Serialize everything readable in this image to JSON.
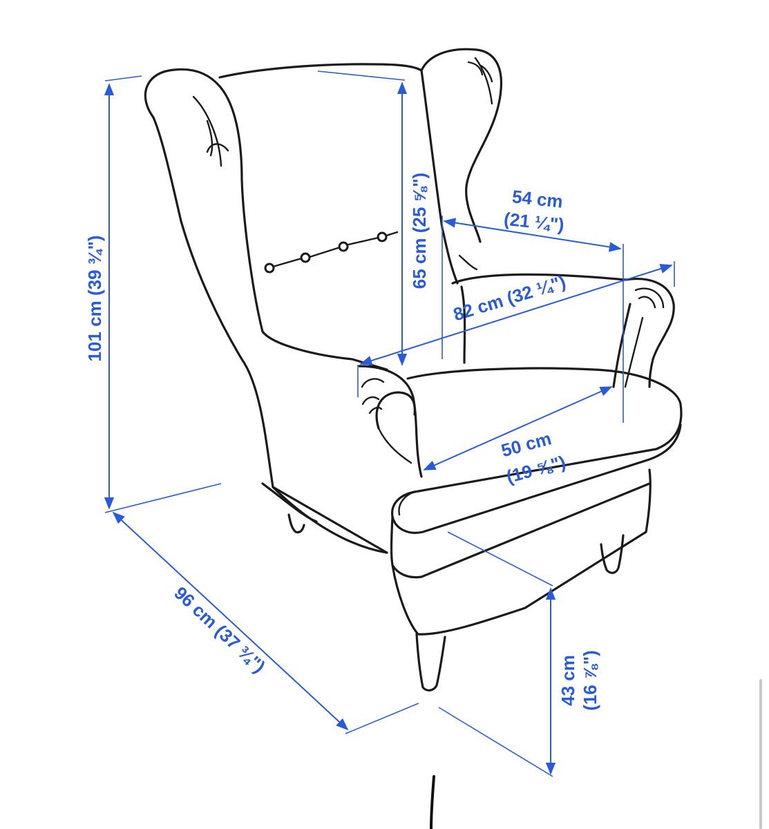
{
  "dimensions": {
    "height_total": "101 cm (39 ¾\")",
    "back_height": "65 cm (25 ⅝\")",
    "arm_width": "54 cm",
    "arm_width_in": "(21 ¼\")",
    "width": "82 cm (32 ¼\")",
    "seat_width": "50 cm",
    "seat_width_in": "(19 ⅝\")",
    "depth": "96 cm (37 ¾\")",
    "seat_height": "43 cm",
    "seat_height_in": "(16 ⅞\")"
  },
  "colors": {
    "dimension": "#2a5bd7",
    "outline": "#1a1a1a",
    "background": "#ffffff"
  }
}
